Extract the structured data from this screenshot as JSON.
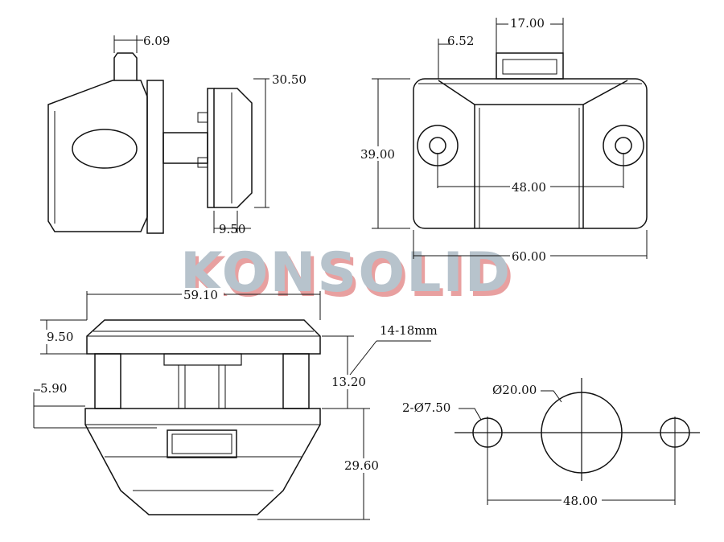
{
  "watermark": {
    "text": "KONSOLID",
    "fill": "#b7c3cc",
    "shadow": "#e8a0a0"
  },
  "colors": {
    "ink": "#111111",
    "background": "#ffffff"
  },
  "dimensions": {
    "side_tip_width": "6.09",
    "side_lip_height": "30.50",
    "side_flange_depth": "9.50",
    "front_tab_width": "17.00",
    "front_tab_offset": "6.52",
    "front_height": "39.00",
    "front_hole_spacing": "48.00",
    "front_width": "60.00",
    "bottom_top_width": "59.10",
    "bottom_flange_height": "9.50",
    "panel_thickness": "14-18mm",
    "bottom_gap": "13.20",
    "bottom_offset": "5.90",
    "bottom_body_height": "29.60",
    "cutout_small_holes": "2-Ø7.50",
    "cutout_center_hole": "Ø20.00",
    "cutout_spacing": "48.00"
  }
}
